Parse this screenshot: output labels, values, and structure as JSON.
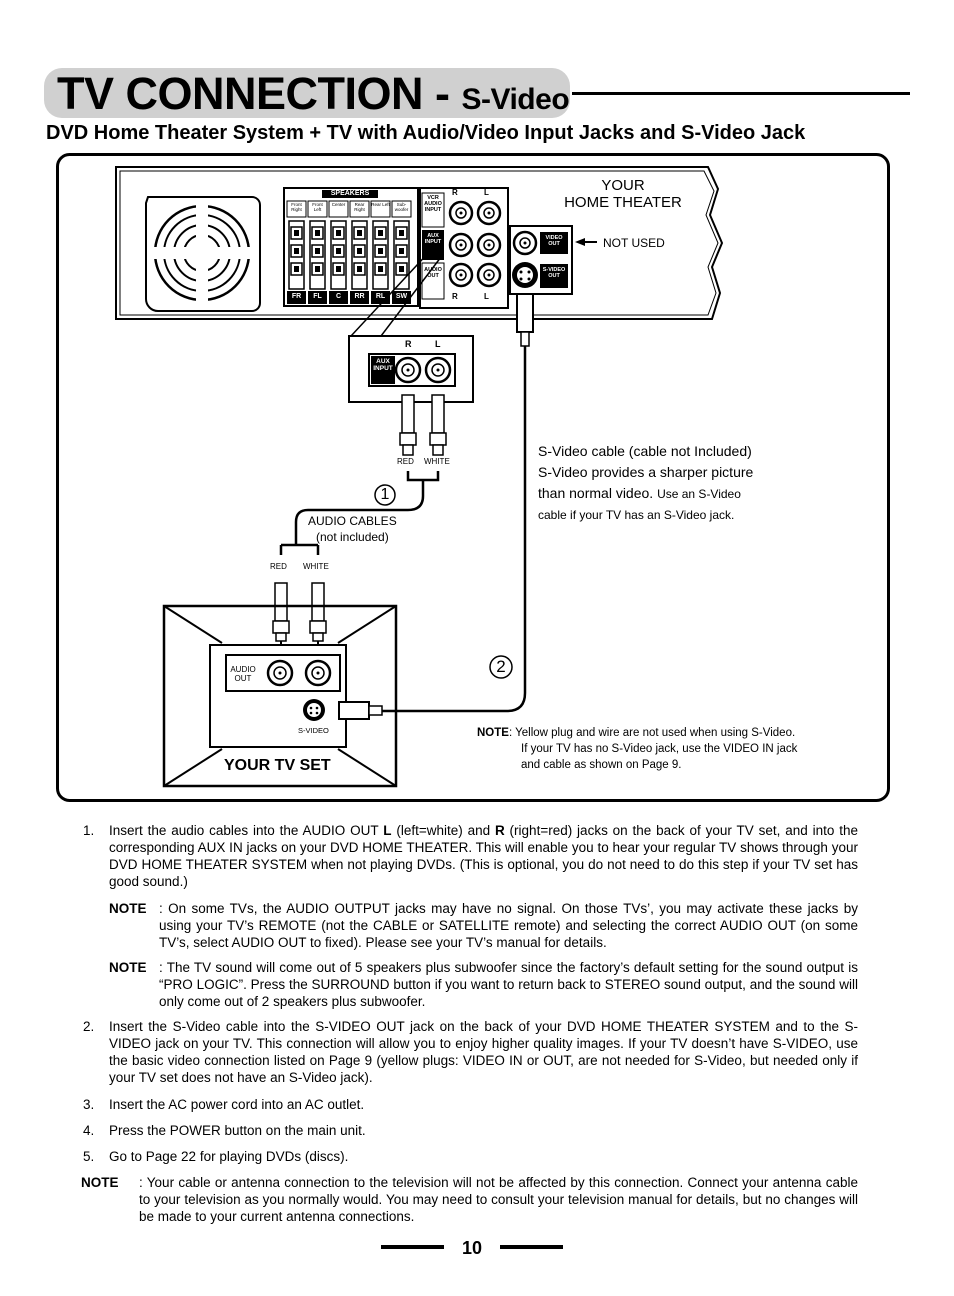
{
  "header": {
    "title_main": "TV CONNECTION - ",
    "title_sub": "S-Video",
    "subtitle": "DVD Home Theater System + TV with Audio/Video Input Jacks and S-Video Jack"
  },
  "diagram": {
    "home_theater_label": [
      "YOUR",
      "HOME THEATER"
    ],
    "speakers_label": "SPEAKERS",
    "speaker_top_labels": [
      "Front Right",
      "Front Left",
      "Center",
      "Rear Right",
      "Rear Left",
      "Sub-woofer"
    ],
    "speaker_bottom_labels": [
      "FR",
      "FL",
      "C",
      "RR",
      "RL",
      "SW"
    ],
    "jack_r": "R",
    "jack_l": "L",
    "vcr_audio_input": "VCR AUDIO INPUT",
    "aux_input": "AUX INPUT",
    "audio_out_partial": "AUDIO OUT",
    "video_out": "VIDEO OUT",
    "svideo_out": "S-VIDEO OUT",
    "not_used": "NOT USED",
    "zoom_aux_input": "AUX INPUT",
    "plug_red": "RED",
    "plug_white": "WHITE",
    "callout_1": "1",
    "callout_2": "2",
    "audio_cables": "AUDIO  CABLES",
    "not_included": "(not included)",
    "svideo_cable_text": [
      "S-Video cable (cable not Included)",
      "S-Video provides a sharper picture",
      "than normal video."
    ],
    "svideo_cable_text_small": [
      "Use an S-Video",
      "cable if your TV has an S-Video jack."
    ],
    "tv_audio_out": "AUDIO OUT",
    "tv_svideo": "S-VIDEO",
    "your_tv_set": "YOUR TV SET",
    "note_label": "NOTE",
    "note_lines": [
      ": Yellow plug and wire are not used when using S-Video.",
      "If your TV has no S-Video jack, use the VIDEO IN jack",
      "and cable as shown on Page 9."
    ]
  },
  "steps": {
    "s1_num": "1.",
    "s1_text_html": "Insert the audio cables into the AUDIO OUT <b>L</b> (left=white) and <b>R</b> (right=red) jacks on the back of your TV set, and into the corresponding AUX IN jacks on your DVD HOME THEATER. This will enable you to hear your regular TV shows through your DVD HOME THEATER SYSTEM when not playing DVDs. (This is optional, you do not need to do this step if your TV set has good sound.)",
    "note1_label": "NOTE",
    "note1_body": ": On some TVs, the AUDIO OUTPUT jacks may have no signal. On those TVs’, you may activate these jacks by using your TV’s REMOTE (not the CABLE or SATELLITE remote) and selecting the correct AUDIO OUT (on some TV’s, select AUDIO OUT to fixed). Please see your TV’s manual for details.",
    "note2_label": "NOTE",
    "note2_body": ": The TV sound will come out of 5 speakers plus subwoofer since the factory’s default setting for the sound output is “PRO LOGIC”. Press the SURROUND button if you want to return back to STEREO sound output, and the sound will only come out of 2 speakers plus subwoofer.",
    "s2_num": "2.",
    "s2_text": "Insert the S-Video cable into the S-VIDEO OUT jack on the back of your DVD HOME THEATER SYSTEM and to the S-VIDEO jack on your TV. This connection will allow you to enjoy higher quality images. If your TV doesn’t have S-VIDEO, use the basic video connection listed on Page 9 (yellow plugs: VIDEO IN or OUT, are not needed for S-Video, but needed only if your TV set does not have an S-Video jack).",
    "s3_num": "3.",
    "s3_text": "Insert the AC power cord into an AC outlet.",
    "s4_num": "4.",
    "s4_text": "Press the POWER button on the main unit.",
    "s5_num": "5.",
    "s5_text": "Go to Page 22 for playing DVDs (discs).",
    "note3_label": "NOTE",
    "note3_body": ":  Your cable or antenna connection to the television will not be affected by this connection. Connect your antenna cable to your television as you normally would. You may need to consult your television manual for details, but no changes will be made to your current antenna connections."
  },
  "page_number": "10"
}
